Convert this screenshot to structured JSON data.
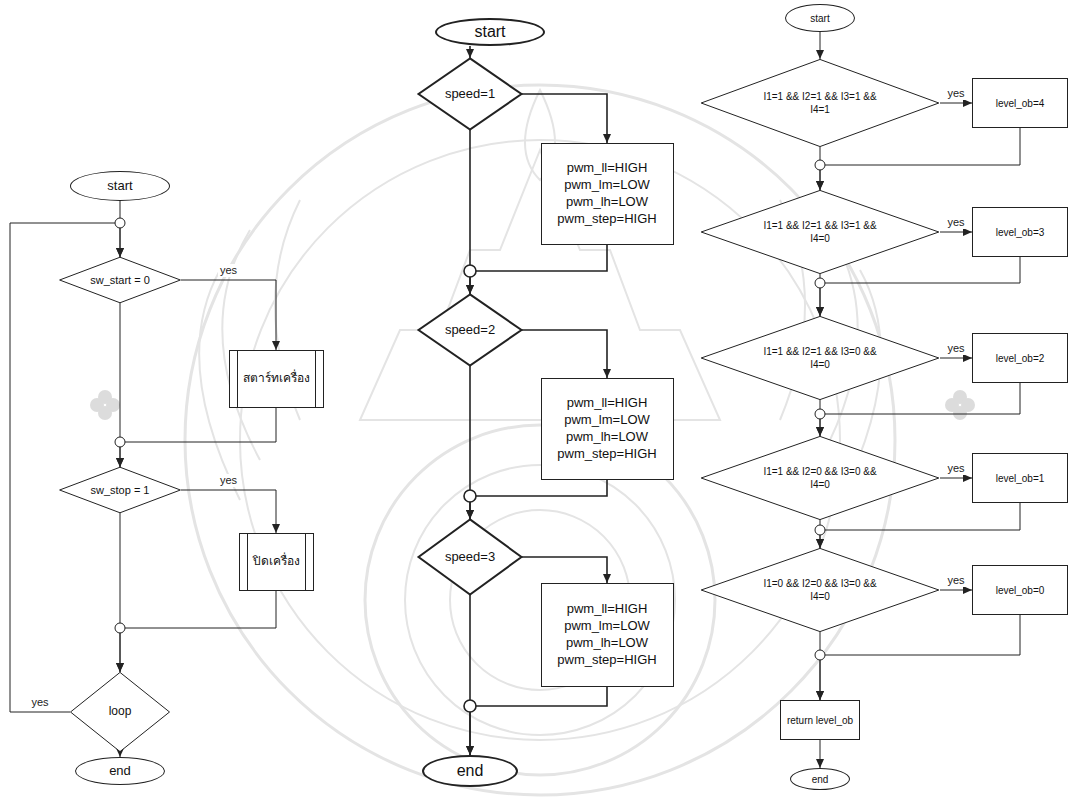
{
  "diagram": {
    "nodes": [
      {
        "text": [
          "start"
        ]
      },
      {
        "text": [
          "sw_start = 0"
        ]
      },
      {
        "text": [
          "สตาร์ทเครื่อง"
        ]
      },
      {
        "text": [
          "sw_stop = 1"
        ]
      },
      {
        "text": [
          "ปิดเครื่อง"
        ]
      },
      {
        "text": [
          "loop"
        ]
      },
      {
        "text": [
          "end"
        ]
      },
      {
        "text": [
          "start"
        ]
      },
      {
        "text": [
          "speed=1"
        ]
      },
      {
        "text": [
          "pwm_ll=HIGH",
          "pwm_lm=LOW",
          "pwm_lh=LOW",
          "pwm_step=HIGH"
        ]
      },
      {
        "text": [
          "speed=2"
        ]
      },
      {
        "text": [
          "pwm_ll=HIGH",
          "pwm_lm=LOW",
          "pwm_lh=LOW",
          "pwm_step=HIGH"
        ]
      },
      {
        "text": [
          "speed=3"
        ]
      },
      {
        "text": [
          "pwm_ll=HIGH",
          "pwm_lm=LOW",
          "pwm_lh=LOW",
          "pwm_step=HIGH"
        ]
      },
      {
        "text": [
          "end"
        ]
      },
      {
        "text": [
          "start"
        ]
      },
      {
        "text": [
          "I1=1 && I2=1 && I3=1 && I4=1"
        ]
      },
      {
        "text": [
          "level_ob=4"
        ]
      },
      {
        "text": [
          "I1=1 && I2=1 && I3=1 && I4=0"
        ]
      },
      {
        "text": [
          "level_ob=3"
        ]
      },
      {
        "text": [
          "I1=1 && I2=1 && I3=0 && I4=0"
        ]
      },
      {
        "text": [
          "level_ob=2"
        ]
      },
      {
        "text": [
          "I1=1 && I2=0 && I3=0 && I4=0"
        ]
      },
      {
        "text": [
          "level_ob=1"
        ]
      },
      {
        "text": [
          "I1=0 && I2=0 && I3=0 && I4=0"
        ]
      },
      {
        "text": [
          "level_ob=0"
        ]
      },
      {
        "text": [
          "return level_ob"
        ]
      },
      {
        "text": [
          "end"
        ]
      }
    ],
    "edges": [
      {
        "from": 0,
        "to": 1,
        "arrow": "to"
      },
      {
        "from": 1,
        "to": 2,
        "label": "yes",
        "arrow": "to"
      },
      {
        "from": 2,
        "to": 3,
        "arrow": "to"
      },
      {
        "from": 1,
        "to": 3,
        "arrow": "to"
      },
      {
        "from": 3,
        "to": 4,
        "label": "yes",
        "arrow": "to"
      },
      {
        "from": 4,
        "to": 5,
        "arrow": "to"
      },
      {
        "from": 3,
        "to": 5,
        "arrow": "to"
      },
      {
        "from": 5,
        "to": 1,
        "label": "yes",
        "arrow": "to"
      },
      {
        "from": 5,
        "to": 6,
        "arrow": "to"
      },
      {
        "from": 7,
        "to": 8,
        "arrow": "to"
      },
      {
        "from": 8,
        "to": 9,
        "arrow": "to"
      },
      {
        "from": 9,
        "to": 10,
        "arrow": "to"
      },
      {
        "from": 8,
        "to": 10,
        "arrow": "to"
      },
      {
        "from": 10,
        "to": 11,
        "arrow": "to"
      },
      {
        "from": 11,
        "to": 12,
        "arrow": "to"
      },
      {
        "from": 10,
        "to": 12,
        "arrow": "to"
      },
      {
        "from": 12,
        "to": 13,
        "arrow": "to"
      },
      {
        "from": 13,
        "to": 14,
        "arrow": "to"
      },
      {
        "from": 12,
        "to": 14,
        "arrow": "to"
      },
      {
        "from": 15,
        "to": 16,
        "arrow": "to"
      },
      {
        "from": 16,
        "to": 17,
        "label": "yes",
        "arrow": "to"
      },
      {
        "from": 17,
        "to": 18,
        "arrow": "to"
      },
      {
        "from": 16,
        "to": 18,
        "arrow": "to"
      },
      {
        "from": 18,
        "to": 19,
        "label": "yes",
        "arrow": "to"
      },
      {
        "from": 19,
        "to": 20,
        "arrow": "to"
      },
      {
        "from": 18,
        "to": 20,
        "arrow": "to"
      },
      {
        "from": 20,
        "to": 21,
        "label": "yes",
        "arrow": "to"
      },
      {
        "from": 21,
        "to": 22,
        "arrow": "to"
      },
      {
        "from": 20,
        "to": 22,
        "arrow": "to"
      },
      {
        "from": 22,
        "to": 23,
        "label": "yes",
        "arrow": "to"
      },
      {
        "from": 23,
        "to": 24,
        "arrow": "to"
      },
      {
        "from": 22,
        "to": 24,
        "arrow": "to"
      },
      {
        "from": 24,
        "to": 25,
        "label": "yes",
        "arrow": "to"
      },
      {
        "from": 25,
        "to": 26,
        "arrow": "to"
      },
      {
        "from": 24,
        "to": 26,
        "arrow": "to"
      },
      {
        "from": 26,
        "to": 27,
        "arrow": "to"
      }
    ]
  }
}
